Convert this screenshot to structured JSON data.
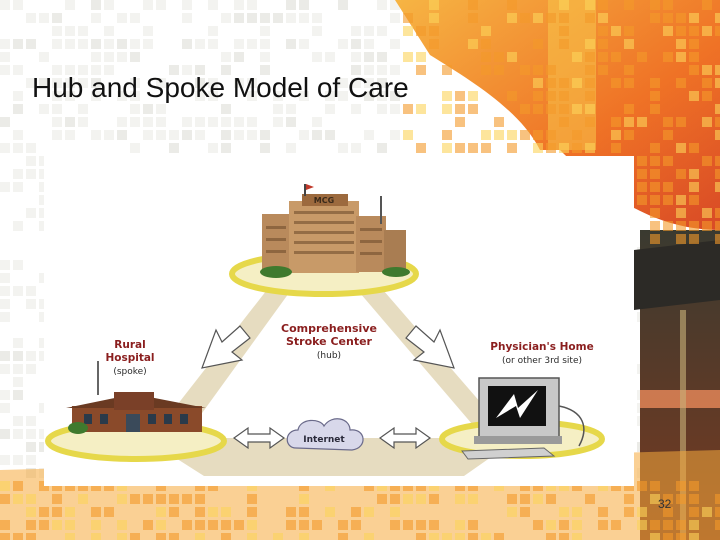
{
  "slide": {
    "title": "Hub and Spoke Model of Care",
    "page_number": "32"
  },
  "diagram": {
    "hub": {
      "line1": "Comprehensive",
      "line2": "Stroke Center",
      "role": "(hub)",
      "building_sign": "MCG"
    },
    "spoke": {
      "line1": "Rural",
      "line2": "Hospital",
      "role": "(spoke)"
    },
    "third_site": {
      "line1": "Physician's Home",
      "line2": "(or other 3rd site)"
    },
    "network": {
      "label": "Internet"
    }
  },
  "colors": {
    "triangle_fill": "#e6dcc0",
    "platform_ring": "#e6d84a",
    "label_red": "#8a1e1e",
    "bg_orange": "#f28a1e"
  }
}
